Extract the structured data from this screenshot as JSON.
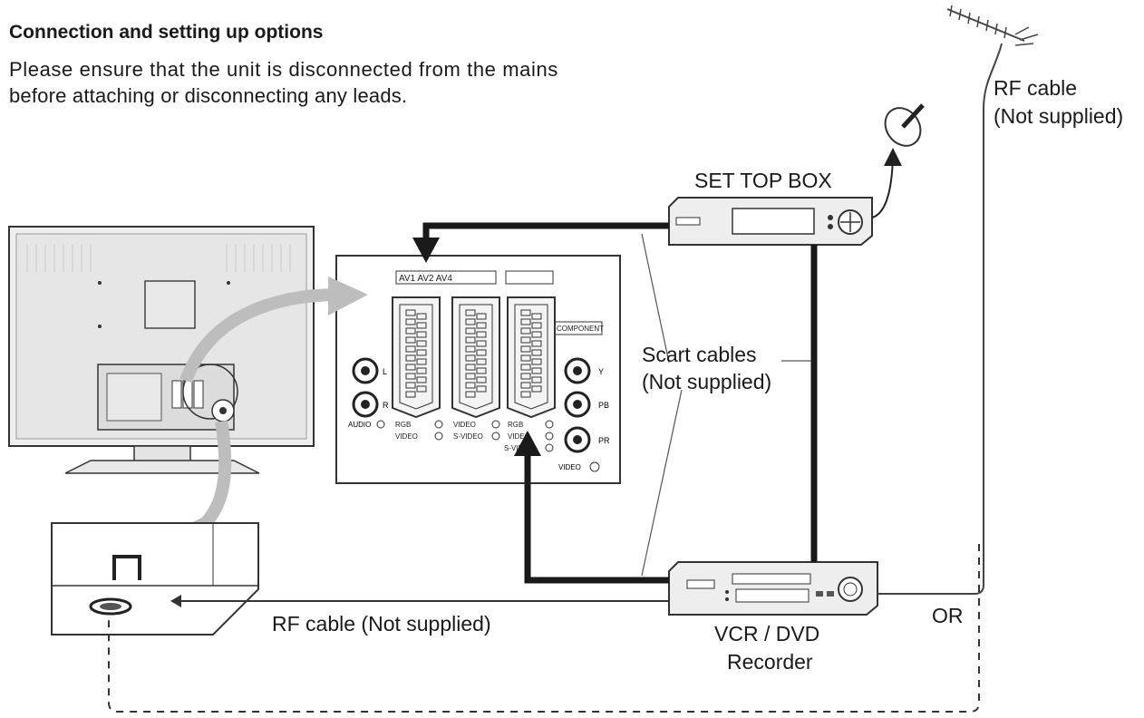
{
  "heading": "Connection and setting up options",
  "intro": {
    "line1": "Please ensure that the unit is disconnected from the mains",
    "line2": "before attaching or disconnecting any leads."
  },
  "labels": {
    "rf_top_line1": "RF cable",
    "rf_top_line2": "(Not supplied)",
    "set_top_box": "SET TOP BOX",
    "scart_line1": "Scart cables",
    "scart_line2": "(Not supplied)",
    "rf_bottom": "RF cable (Not supplied)",
    "vcr_line1": "VCR / DVD",
    "vcr_line2": "Recorder",
    "or": "OR"
  },
  "panel": {
    "av_label": "AV1 AV2 AV4",
    "component": "COMPONENT",
    "audio_l": "L",
    "audio_r": "R",
    "audio": "AUDIO",
    "rgb1": "RGB",
    "video1": "VIDEO",
    "video2": "VIDEO",
    "svideo2": "S-VIDEO",
    "rgb3": "RGB",
    "video3": "VIDEO",
    "svideo3": "S-VIDEO",
    "comp_y": "Y",
    "comp_pb": "PB",
    "comp_pr": "PR",
    "comp_video": "VIDEO"
  }
}
